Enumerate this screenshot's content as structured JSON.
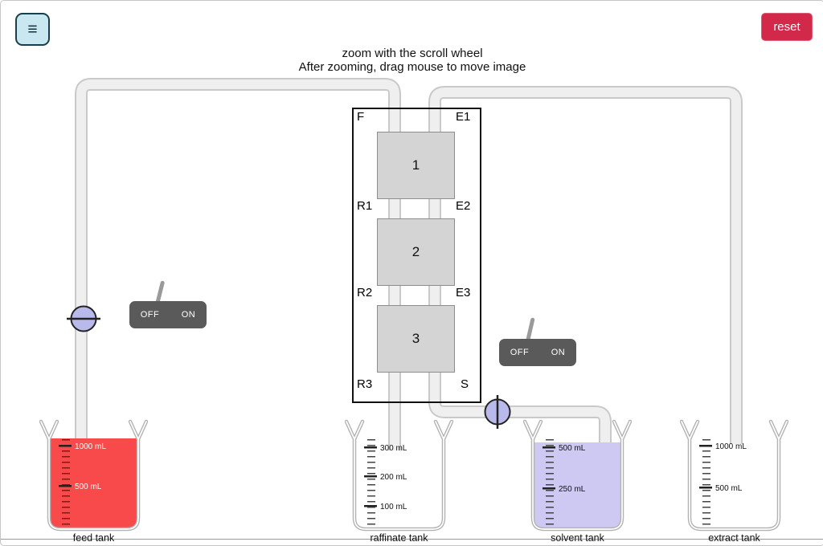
{
  "app": {
    "menu_icon": "≡",
    "reset_button": "reset",
    "instructions_line1": "zoom with the scroll wheel",
    "instructions_line2": "After zooming, drag mouse to move image"
  },
  "column": {
    "stage_labels": [
      "1",
      "2",
      "3"
    ],
    "ports": {
      "F": "F",
      "E1": "E1",
      "R1": "R1",
      "E2": "E2",
      "R2": "R2",
      "E3": "E3",
      "R3": "R3",
      "S": "S"
    }
  },
  "switches": {
    "feed": {
      "off": "OFF",
      "on": "ON"
    },
    "solvent": {
      "off": "OFF",
      "on": "ON"
    }
  },
  "tanks": {
    "feed": {
      "name": "feed tank",
      "scale_labels": [
        "1000 mL",
        "500 mL"
      ],
      "liquid_color": "#f84a4a"
    },
    "raffinate": {
      "name": "raffinate tank",
      "scale_labels": [
        "300 mL",
        "200 mL",
        "100 mL"
      ]
    },
    "solvent": {
      "name": "solvent tank",
      "scale_labels": [
        "500 mL",
        "250 mL"
      ],
      "liquid_color": "#cdc9f3"
    },
    "extract": {
      "name": "extract tank",
      "scale_labels": [
        "1000 mL",
        "500 mL"
      ]
    }
  },
  "colors": {
    "reset_button_bg": "#d2294b",
    "menu_button_bg": "#c9e7f0",
    "feed_liquid": "#f84a4a",
    "solvent_liquid": "#cdc9f3",
    "valve_fill": "#b9b9ec",
    "switch_bg": "#5a5a5a",
    "pipe": "#efefef"
  }
}
